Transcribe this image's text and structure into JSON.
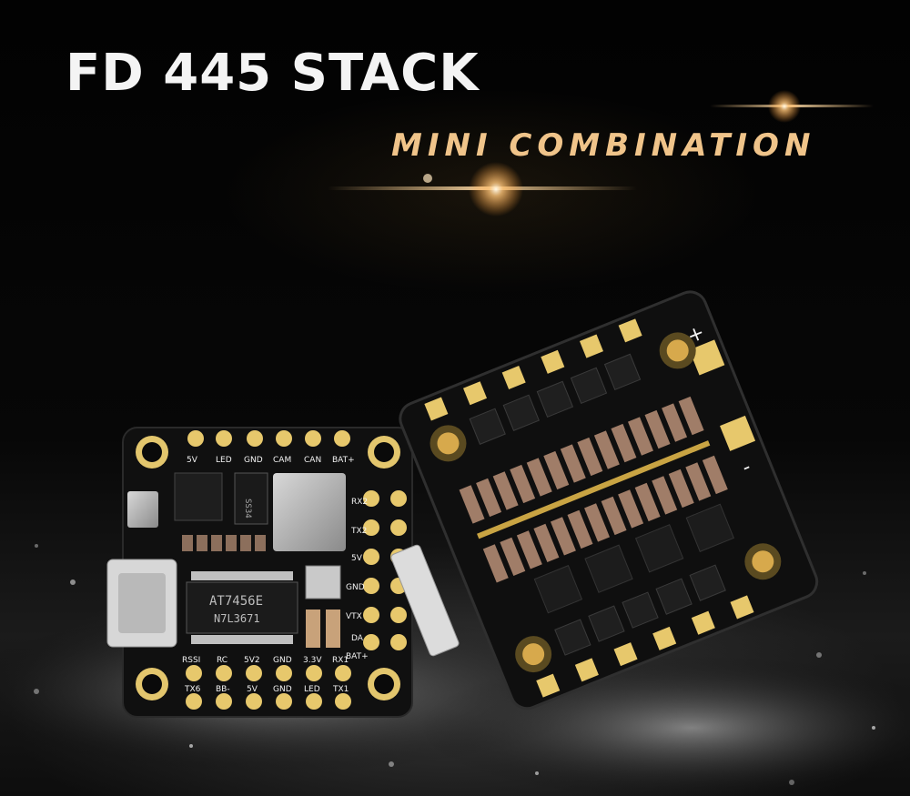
{
  "heading": {
    "title": "FD 445 STACK",
    "subtitle": "MINI COMBINATION"
  },
  "colors": {
    "accent": "#f0c48a",
    "gold_pad": "#e7c86c",
    "pcb": "#121212",
    "component": "#a07d68"
  },
  "fc_board": {
    "top_labels": [
      "5V",
      "LED",
      "GND",
      "CAM",
      "CAN",
      "BAT+"
    ],
    "right_labels": [
      "RX2",
      "TX2",
      "5V",
      "GND",
      "VTX",
      "DA",
      "BAT+"
    ],
    "bottom_row1": [
      "RSSI",
      "RC",
      "5V2",
      "GND",
      "3.3V",
      "RX1"
    ],
    "bottom_row2": [
      "TX6",
      "BB-",
      "5V",
      "GND",
      "LED",
      "TX1"
    ],
    "chip_top": "AT7456E",
    "chip_bottom": "N7L3671",
    "diode_mark": "SS34"
  },
  "esc_board": {
    "plus_label": "+",
    "minus_label": "-"
  }
}
